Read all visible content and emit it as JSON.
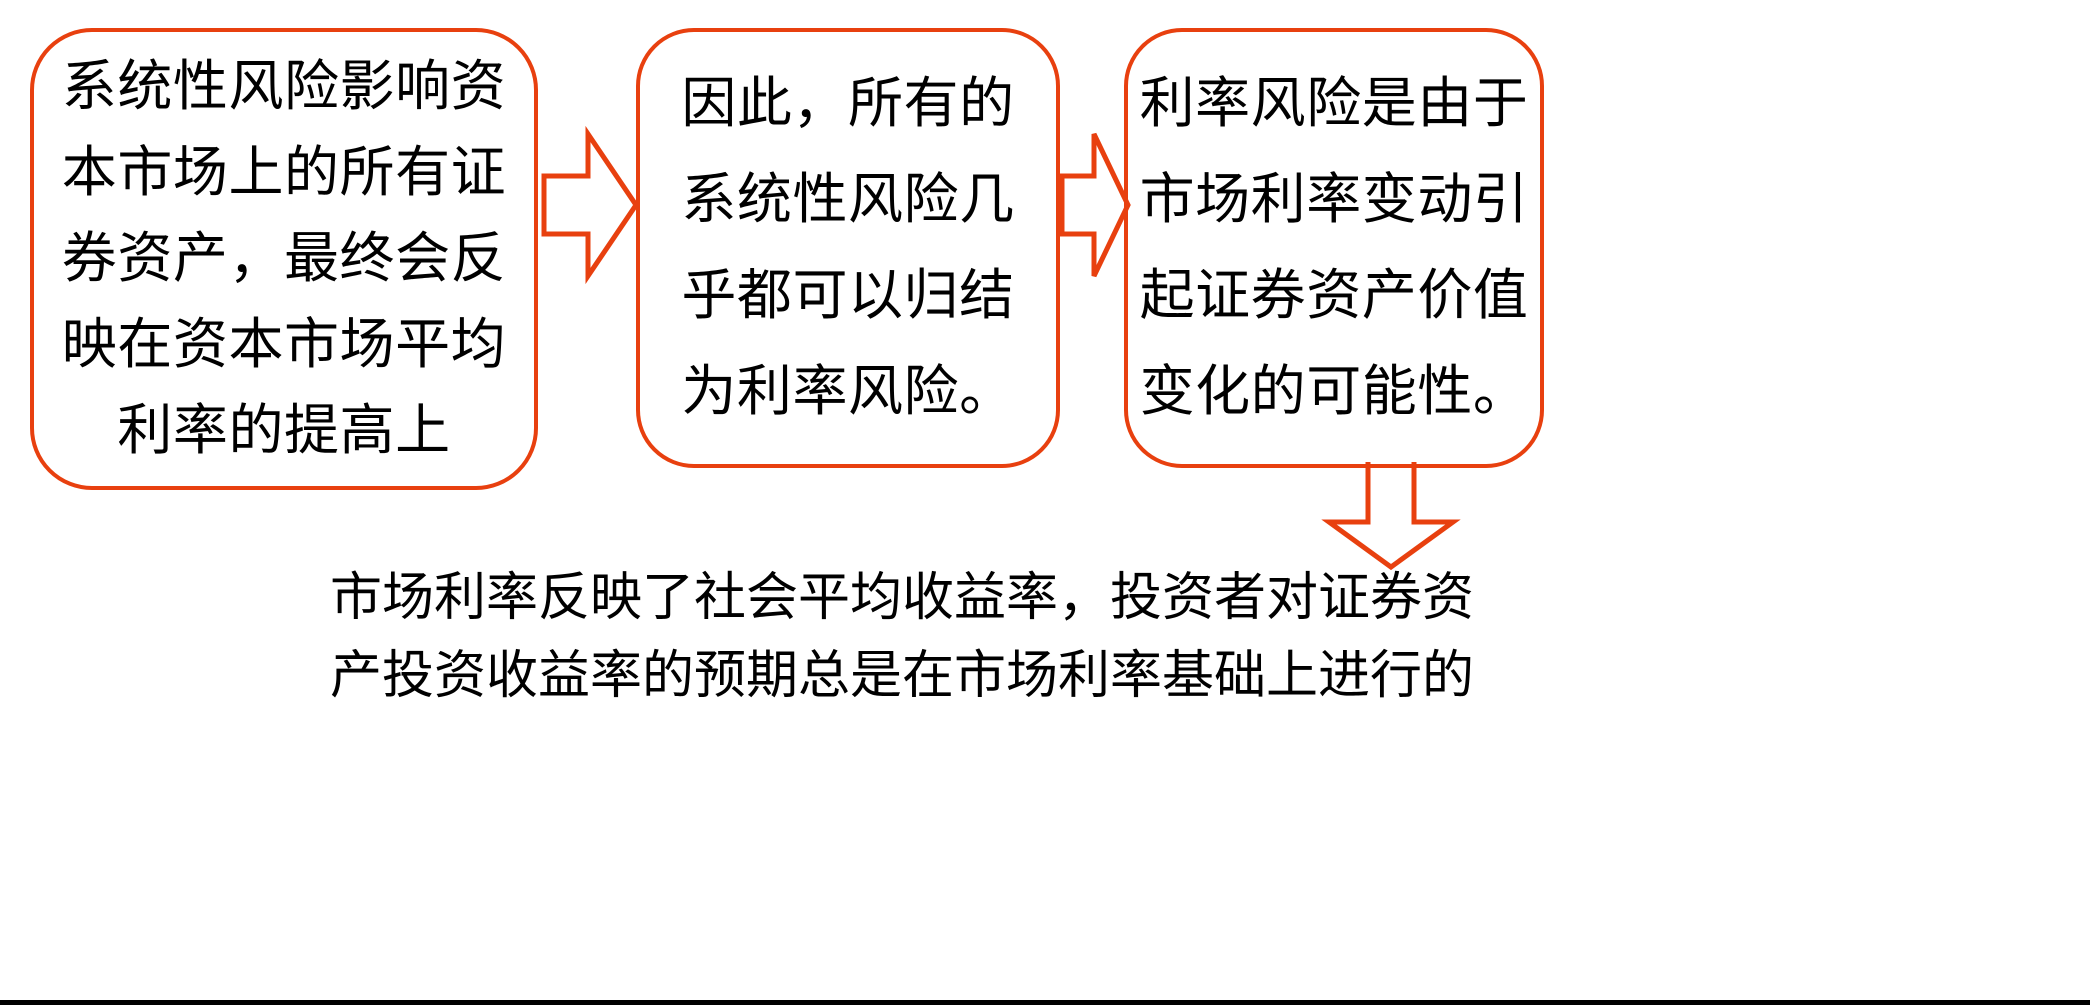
{
  "slide": {
    "accent_color": "#E8400F",
    "text_color": "#000000",
    "background_color": "#FFFFFF",
    "rule_color": "#000000"
  },
  "boxes": [
    {
      "id": "box-1",
      "name": "systematic-risk-box",
      "full_text": "系统性风险影响资本市场上的所有证券资产，最终会反映在资本市场平均利率的提高上",
      "lines": [
        "系统性风险影响资",
        "本市场上的所有证",
        "券资产，最终会反",
        "映在资本市场平均",
        "利率的提高上"
      ]
    },
    {
      "id": "box-2",
      "name": "conclusion-box",
      "full_text": "因此，所有的系统性风险几乎都可以归结为利率风险。",
      "lines": [
        "因此，所有的",
        "系统性风险几",
        "乎都可以归结",
        "为利率风险。"
      ]
    },
    {
      "id": "box-3",
      "name": "interest-rate-risk-definition-box",
      "full_text": "利率风险是由于市场利率变动引起证券资产价值变化的可能性。",
      "lines": [
        "利率风险是由于",
        "市场利率变动引",
        "起证券资产价值",
        "变化的可能性。"
      ]
    }
  ],
  "arrows": [
    {
      "id": "arrow-1",
      "name": "arrow-right-box1-to-box2",
      "direction": "right"
    },
    {
      "id": "arrow-2",
      "name": "arrow-right-box2-to-box3",
      "direction": "right"
    },
    {
      "id": "arrow-3",
      "name": "arrow-down-box3-to-caption",
      "direction": "down"
    }
  ],
  "caption": {
    "full_text": "市场利率反映了社会平均收益率，投资者对证券资产投资收益率的预期总是在市场利率基础上进行的",
    "lines": [
      "市场利率反映了社会平均收益率，投资者对证券资",
      "产投资收益率的预期总是在市场利率基础上进行的"
    ]
  }
}
